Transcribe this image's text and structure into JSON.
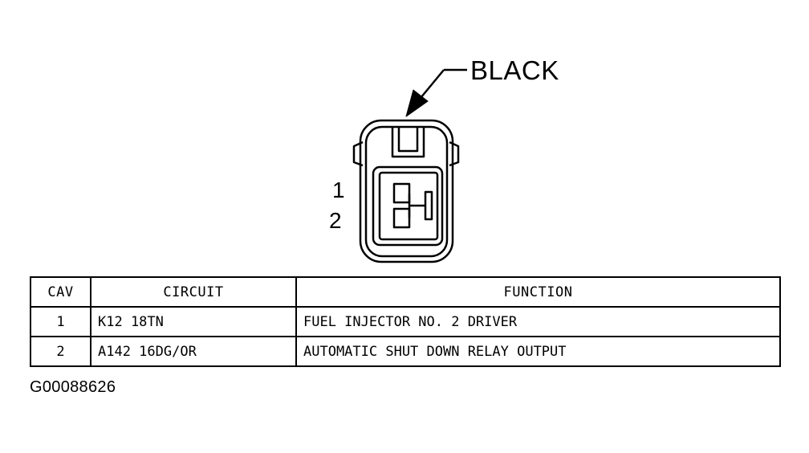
{
  "connector": {
    "color_label": "BLACK",
    "cavity_numbers": [
      "1",
      "2"
    ]
  },
  "pin_table": {
    "headers": {
      "cav": "CAV",
      "circuit": "CIRCUIT",
      "function": "FUNCTION"
    },
    "rows": [
      {
        "cav": "1",
        "circuit": "K12 18TN",
        "function": "FUEL INJECTOR NO. 2 DRIVER"
      },
      {
        "cav": "2",
        "circuit": "A142 16DG/OR",
        "function": "AUTOMATIC SHUT DOWN RELAY OUTPUT"
      }
    ]
  },
  "figure_id": "G00088626"
}
